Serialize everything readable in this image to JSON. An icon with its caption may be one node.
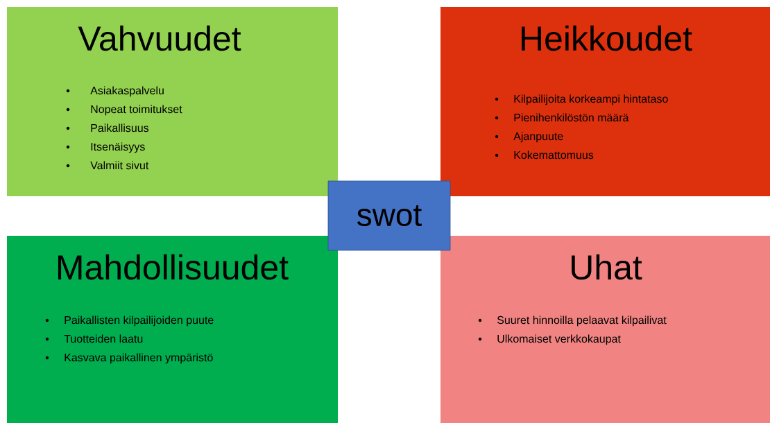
{
  "diagram": {
    "nodes": [
      {
        "text": [
          "Vahvuudet",
          "Asiakaspalvelu",
          "Nopeat toimitukset",
          "Paikallisuus",
          "Itsenäisyys",
          "Valmiit sivut"
        ]
      },
      {
        "text": [
          "Heikkoudet",
          "Kilpailijoita korkeampi hintataso",
          "Pienihenkilöstön määrä",
          "Ajanpuute",
          "Kokemattomuus"
        ]
      },
      {
        "text": [
          "swot"
        ]
      },
      {
        "text": [
          "Mahdollisuudet",
          "Paikallisten kilpailijoiden puute",
          "Tuotteiden laatu",
          "Kasvava paikallinen ympäristö"
        ]
      },
      {
        "text": [
          "Uhat",
          "Suuret hinnoilla pelaavat kilpailivat",
          "Ulkomaiset verkkokaupat"
        ]
      }
    ]
  }
}
